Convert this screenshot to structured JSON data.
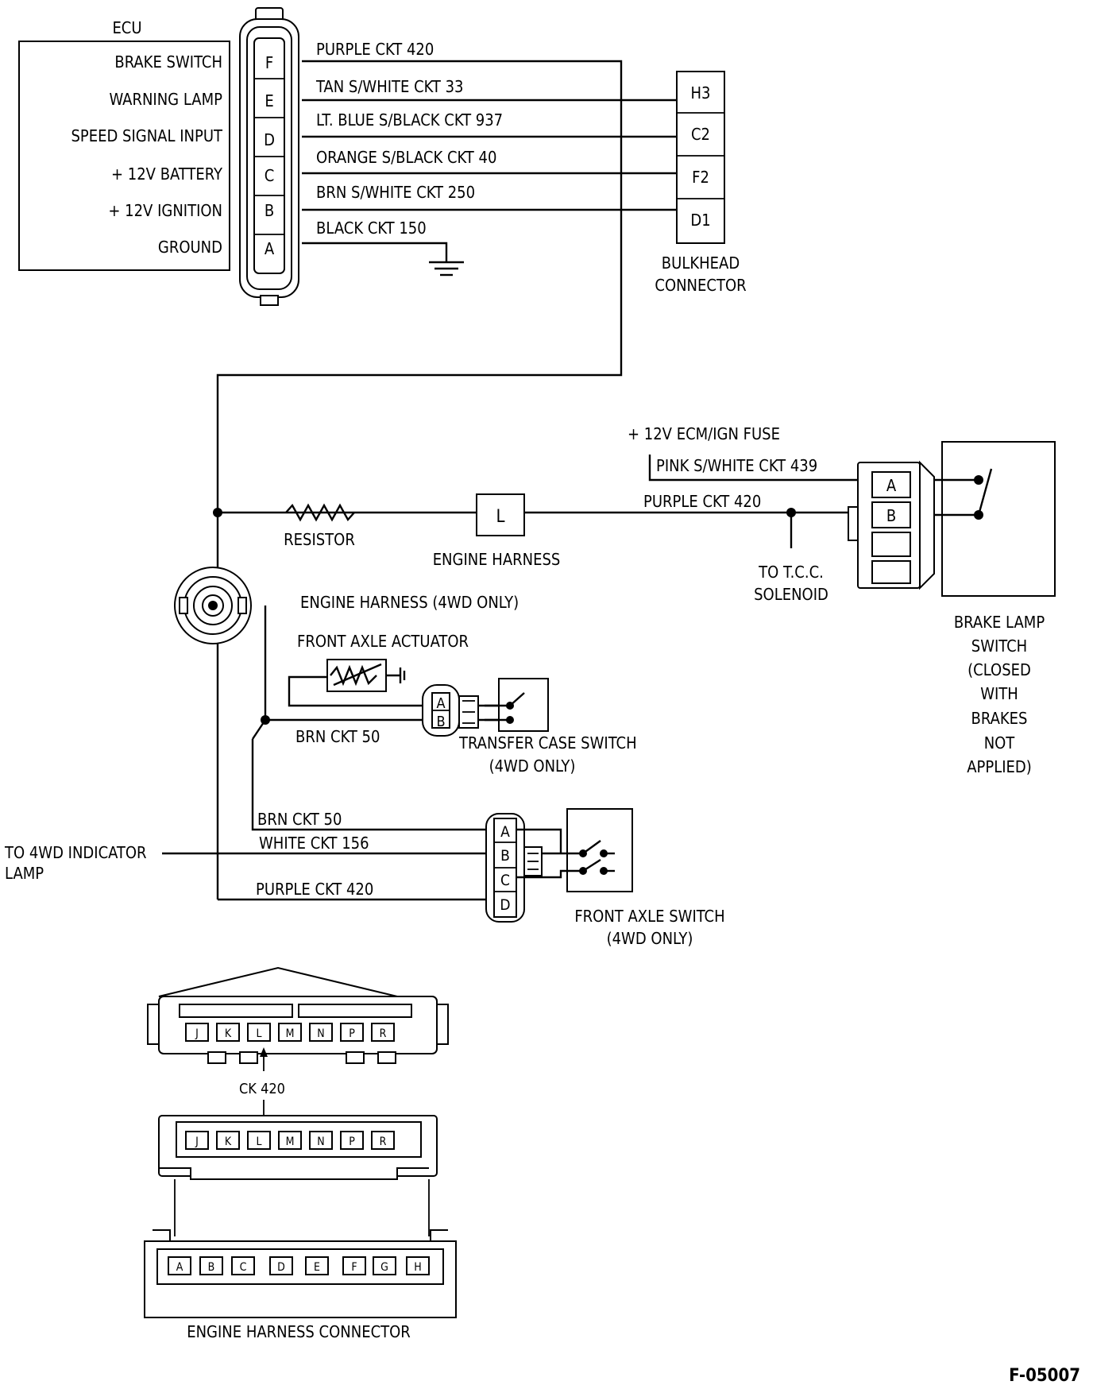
{
  "ecu": {
    "title": "ECU",
    "functions": [
      "BRAKE SWITCH",
      "WARNING LAMP",
      "SPEED SIGNAL INPUT",
      "+ 12V BATTERY",
      "+ 12V IGNITION",
      "GROUND"
    ],
    "pins": [
      "F",
      "E",
      "D",
      "C",
      "B",
      "A"
    ]
  },
  "ecu_wires": [
    "PURPLE CKT 420",
    "TAN S/WHITE CKT 33",
    "LT. BLUE S/BLACK CKT 937",
    "ORANGE S/BLACK CKT 40",
    "BRN S/WHITE CKT 250",
    "BLACK CKT 150"
  ],
  "bulkhead": {
    "pins": [
      "H3",
      "C2",
      "F2",
      "D1"
    ],
    "label_line1": "BULKHEAD",
    "label_line2": "CONNECTOR"
  },
  "brake": {
    "fuse_label": "+ 12V ECM/IGN FUSE",
    "pink_wire": "PINK S/WHITE CKT 439",
    "purple_wire": "PURPLE CKT 420",
    "pins": [
      "A",
      "B"
    ],
    "tcc_line1": "TO T.C.C.",
    "tcc_line2": "SOLENOID",
    "switch_label": [
      "BRAKE LAMP",
      "SWITCH",
      "(CLOSED",
      "WITH",
      "BRAKES",
      "NOT",
      "APPLIED)"
    ]
  },
  "middle": {
    "resistor": "RESISTOR",
    "harness_pin": "L",
    "engine_harness": "ENGINE HARNESS",
    "engine_harness_4wd": "ENGINE HARNESS (4WD ONLY)",
    "front_axle_actuator": "FRONT AXLE ACTUATOR",
    "brn_ckt_50": "BRN CKT 50",
    "transfer_case_line1": "TRANSFER CASE SWITCH",
    "transfer_case_line2": "(4WD ONLY)",
    "transfer_pins": [
      "A",
      "B"
    ]
  },
  "lower": {
    "brn_ckt_50": "BRN CKT 50",
    "white_ckt": "WHITE CKT 156",
    "purple_ckt": "PURPLE CKT 420",
    "indicator_line1": "TO 4WD INDICATOR",
    "indicator_line2": "LAMP",
    "pins": [
      "A",
      "B",
      "C",
      "D"
    ],
    "front_axle_line1": "FRONT AXLE SWITCH",
    "front_axle_line2": "(4WD ONLY)"
  },
  "engine_connector": {
    "top_pins": [
      "J",
      "K",
      "L",
      "M",
      "N",
      "P",
      "R"
    ],
    "ck_label": "CK 420",
    "bottom_pins": [
      "A",
      "B",
      "C",
      "D",
      "E",
      "F",
      "G",
      "H"
    ],
    "caption": "ENGINE HARNESS CONNECTOR"
  },
  "figure_id": "F-05007"
}
